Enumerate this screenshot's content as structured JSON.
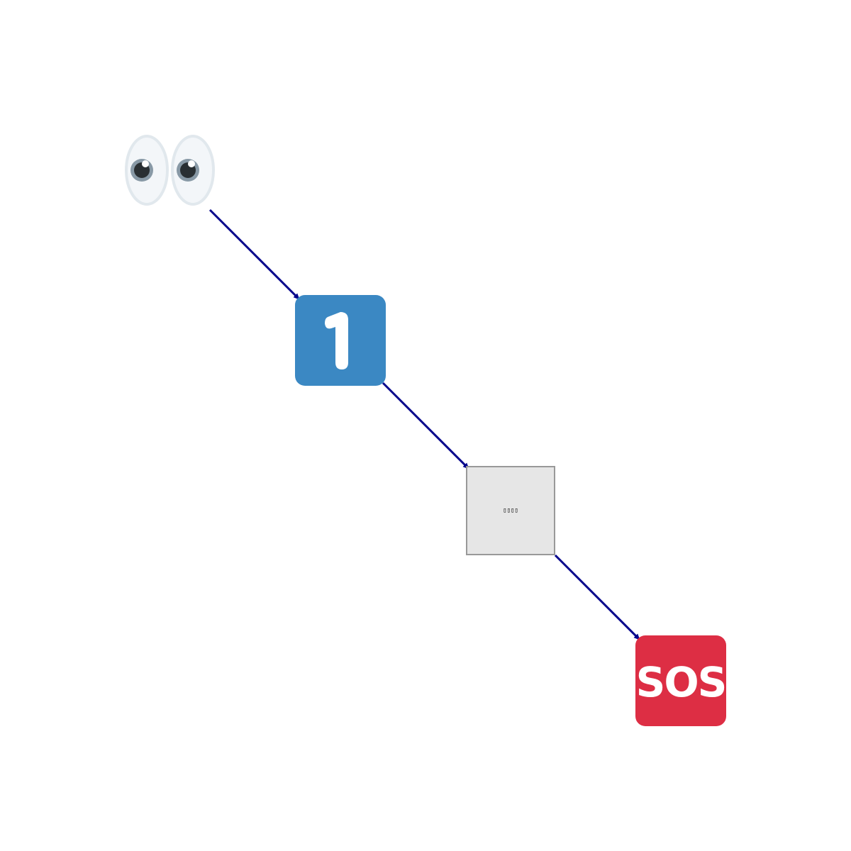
{
  "diagram": {
    "nodes": [
      {
        "id": "eyes",
        "icon": "eyes-emoji"
      },
      {
        "id": "one",
        "icon": "keycap-1-emoji",
        "label": "1",
        "color": "#3B88C3"
      },
      {
        "id": "box",
        "icon": "missing-glyph-box",
        "label": "▯▯▯▯",
        "fill": "#E6E6E6",
        "stroke": "#999999"
      },
      {
        "id": "sos",
        "icon": "sos-button-emoji",
        "label": "SOS",
        "color": "#DD2E44"
      }
    ],
    "edges": [
      {
        "from": "eyes",
        "to": "one"
      },
      {
        "from": "one",
        "to": "box"
      },
      {
        "from": "box",
        "to": "sos"
      }
    ],
    "edge_color": "#00008B"
  }
}
